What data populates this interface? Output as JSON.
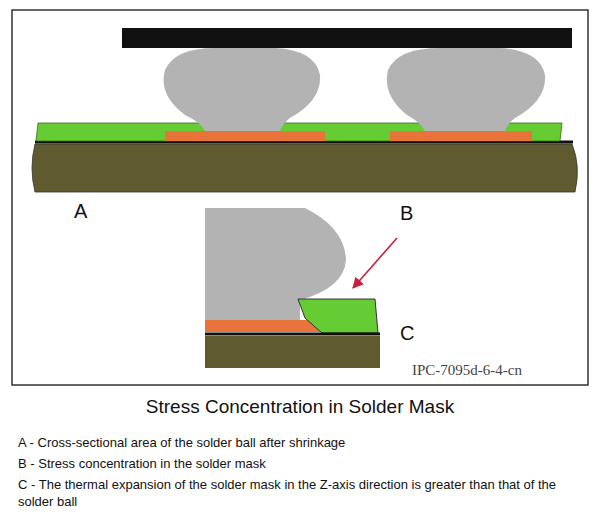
{
  "diagram": {
    "title": "Stress Concentration in Solder Mask",
    "labels": [
      "A",
      "B",
      "C",
      "IPC-7095d-6-4-cn",
      "A - Cross-sectional area of the solder ball after shrinkage",
      "B - Stress concentration in the solder mask",
      "C - The thermal expansion of the solder mask in the Z-axis direction is greater than that of the solder ball"
    ]
  }
}
